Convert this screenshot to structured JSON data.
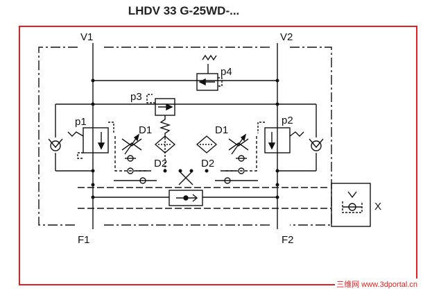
{
  "title": "LHDV 33 G-25WD-...",
  "labels": {
    "v1": "V1",
    "v2": "V2",
    "f1": "F1",
    "f2": "F2",
    "p1": "p1",
    "p2": "p2",
    "p3": "p3",
    "p4": "p4",
    "d1_left": "D1",
    "d1_right": "D1",
    "d2_left": "D2",
    "d2_right": "D2",
    "x": "X"
  },
  "watermark": "三维网 www.3dportal.cn",
  "colors": {
    "frame": "#e02020",
    "line": "#111111"
  }
}
